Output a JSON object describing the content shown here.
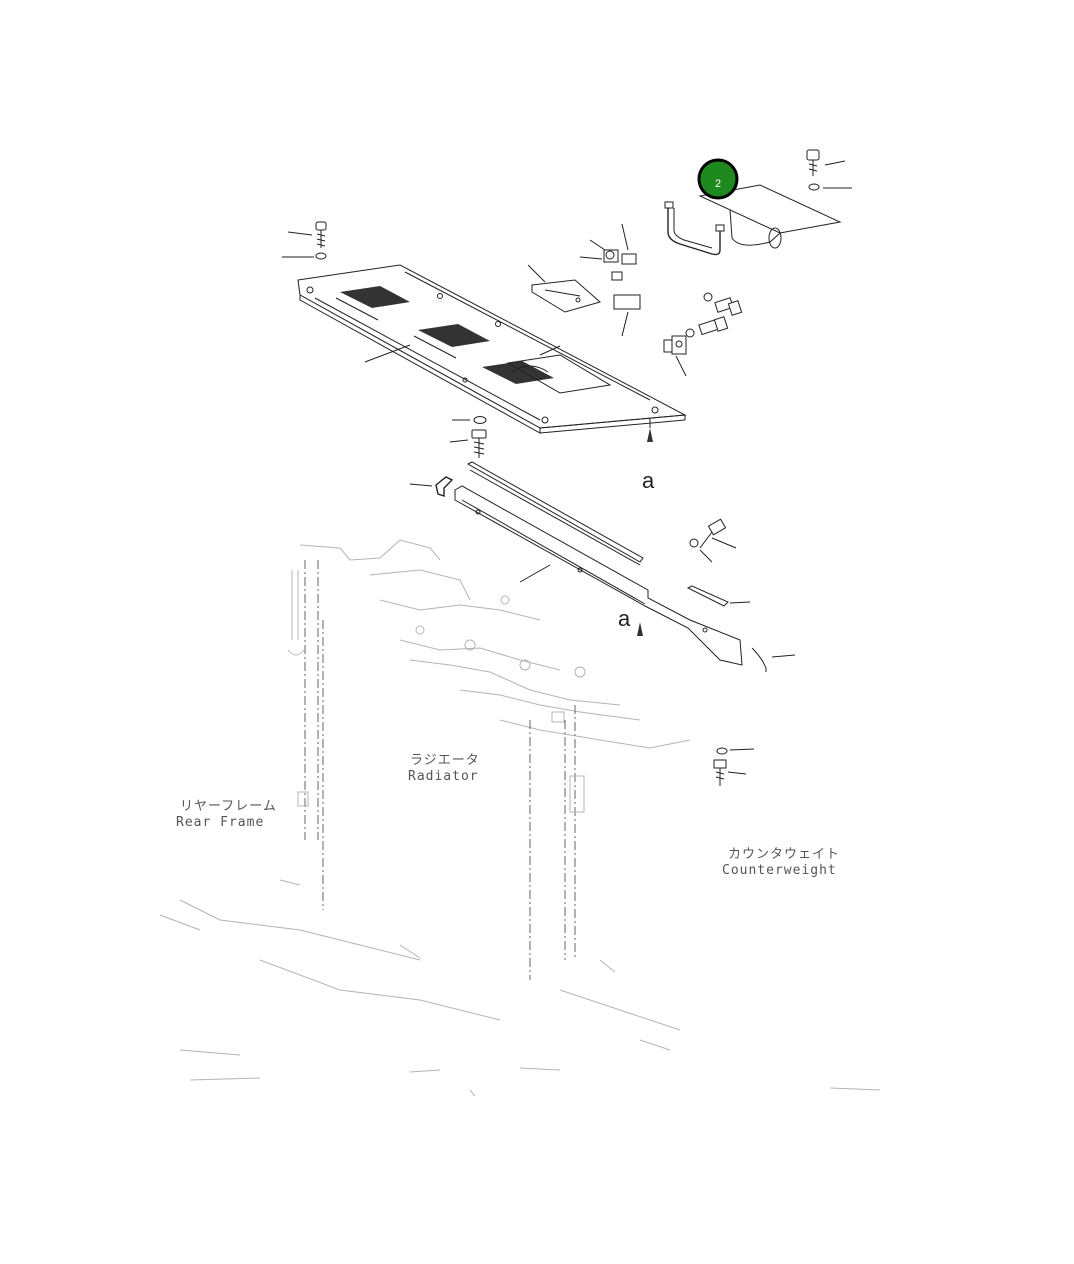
{
  "labels": {
    "radiator_jp": "ラジエータ",
    "radiator_en": "Radiator",
    "rear_frame_jp": "リヤーフレーム",
    "rear_frame_en": "Rear Frame",
    "counterweight_jp": "カウンタウェイト",
    "counterweight_en": "Counterweight",
    "view_mark_a_top": "a",
    "view_mark_a_bottom": "a"
  },
  "callout": {
    "number": "2",
    "color": "#1e8a1e",
    "ring_color": "#000000"
  },
  "colors": {
    "line": "#222222",
    "faint": "#b4b4b4",
    "background": "#ffffff"
  }
}
